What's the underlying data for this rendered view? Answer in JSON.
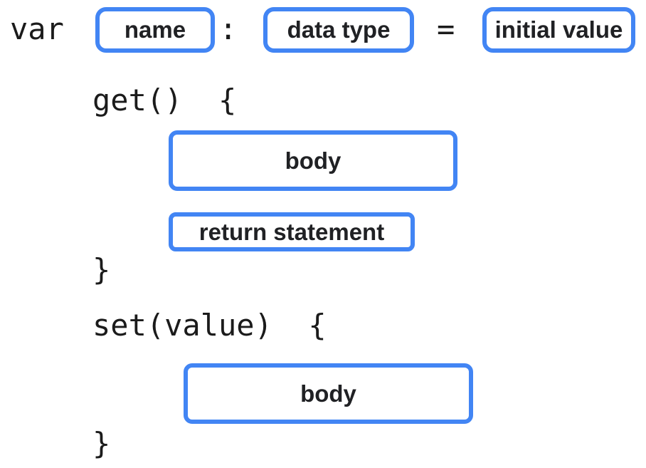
{
  "colors": {
    "accent": "#4285F4",
    "code": "#1b1b1b",
    "label": "#202124",
    "background": "#ffffff"
  },
  "declaration": {
    "keyword": "var",
    "colon": ":",
    "equals": "=",
    "name": "name",
    "data_type": "data type",
    "initial_value": "initial value"
  },
  "getter": {
    "signature": "get()  {",
    "body": "body",
    "return_statement": "return statement",
    "closing_brace": "}"
  },
  "setter": {
    "signature": "set(value)  {",
    "body": "body",
    "closing_brace": "}"
  }
}
